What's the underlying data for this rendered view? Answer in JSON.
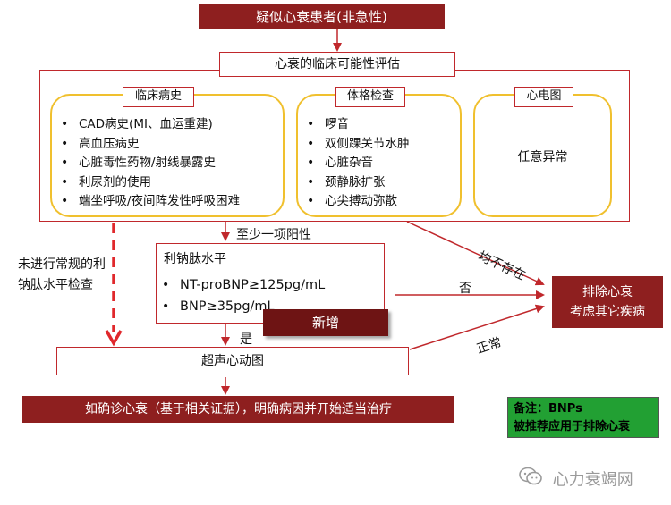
{
  "top_box": "疑似心衰患者(非急性)",
  "assessment_box": "心衰的临床可能性评估",
  "history": {
    "title": "临床病史",
    "items": [
      "CAD病史(MI、血运重建)",
      "高血压病史",
      "心脏毒性药物/射线暴露史",
      "利尿剂的使用",
      "端坐呼吸/夜间阵发性呼吸困难"
    ]
  },
  "exam": {
    "title": "体格检查",
    "items": [
      "啰音",
      "双侧踝关节水肿",
      "心脏杂音",
      "颈静脉扩张",
      "心尖搏动弥散"
    ]
  },
  "ecg": {
    "title": "心电图",
    "text": "任意异常"
  },
  "at_least_one_positive": "至少一项阳性",
  "no_routine_test": "未进行常规的利钠肽水平检查",
  "natriuretic": {
    "title": "利钠肽水平",
    "items": [
      "NT-proBNP≥125pg/mL",
      "BNP≥35pg/mL"
    ]
  },
  "new_badge": "新增",
  "yes_label": "是",
  "no_label": "否",
  "all_absent_label": "均不存在",
  "normal_label": "正常",
  "exclude_box": [
    "排除心衰",
    "考虑其它疾病"
  ],
  "echo_box": "超声心动图",
  "confirm_box": "如确诊心衰（基于相关证据），明确病因并开始适当治疗",
  "note_box": [
    "备注：BNPs",
    "被推荐应用于排除心衰"
  ],
  "watermark": "心力衰竭网",
  "colors": {
    "dark_red": "#8e1f1f",
    "line_red": "#c0282c",
    "yellow_border": "#f0c02e",
    "note_green": "#1f9a2e"
  }
}
